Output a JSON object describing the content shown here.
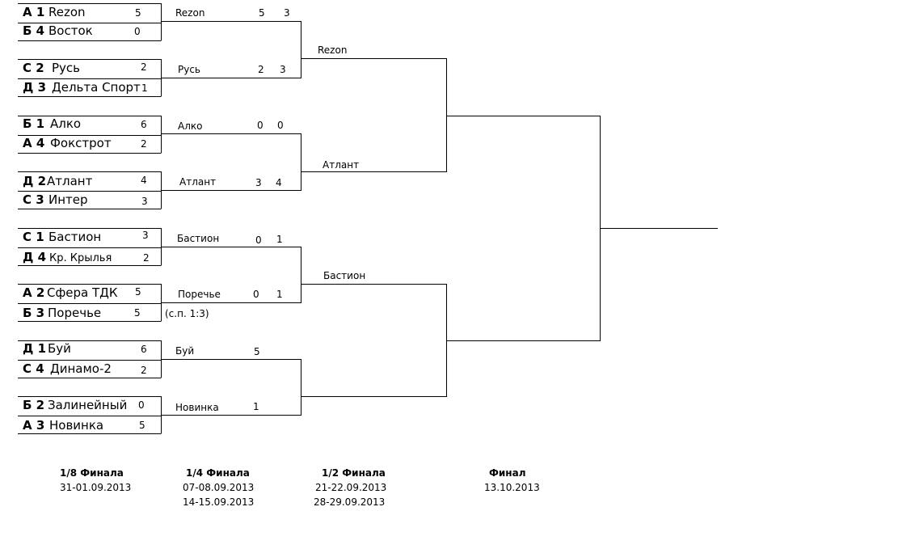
{
  "round16": [
    {
      "seed": "А 1",
      "team": "Rezon",
      "score": "5"
    },
    {
      "seed": "Б 4",
      "team": "Восток",
      "score": "0"
    },
    {
      "seed": "С 2",
      "team": "Русь",
      "score": "2"
    },
    {
      "seed": "Д 3",
      "team": "Дельта Спорт",
      "score": "1"
    },
    {
      "seed": "Б 1",
      "team": "Алко",
      "score": "6"
    },
    {
      "seed": "А 4",
      "team": "Фокстрот",
      "score": "2"
    },
    {
      "seed": "Д 2",
      "team": "Атлант",
      "score": "4"
    },
    {
      "seed": "С 3",
      "team": "Интер",
      "score": "3"
    },
    {
      "seed": "С 1",
      "team": "Бастион",
      "score": "3"
    },
    {
      "seed": "Д 4",
      "team": "Кр. Крылья",
      "score": "2"
    },
    {
      "seed": "А 2",
      "team": "Сфера ТДК",
      "score": "5"
    },
    {
      "seed": "Б 3",
      "team": "Поречье",
      "score": "5"
    },
    {
      "seed": "Д 1",
      "team": "Буй",
      "score": "6"
    },
    {
      "seed": "С 4",
      "team": "Динамо-2",
      "score": "2"
    },
    {
      "seed": "Б 2",
      "team": "Залинейный",
      "score": "0"
    },
    {
      "seed": "А 3",
      "team": "Новинка",
      "score": "5"
    }
  ],
  "penalty_note": "(с.п. 1:3)",
  "quarterfinals": [
    {
      "team": "Rezon",
      "score1": "5",
      "score2": "3"
    },
    {
      "team": "Русь",
      "score1": "2",
      "score2": "3"
    },
    {
      "team": "Алко",
      "score1": "0",
      "score2": "0"
    },
    {
      "team": "Атлант",
      "score1": "3",
      "score2": "4"
    },
    {
      "team": "Бастион",
      "score1": "0",
      "score2": "1"
    },
    {
      "team": "Поречье",
      "score1": "0",
      "score2": "1"
    },
    {
      "team": "Буй",
      "score1": "5",
      "score2": ""
    },
    {
      "team": "Новинка",
      "score1": "1",
      "score2": ""
    }
  ],
  "semifinals": [
    {
      "team": "Rezon"
    },
    {
      "team": "Атлант"
    },
    {
      "team": "Бастион"
    },
    {
      "team": ""
    }
  ],
  "rounds": [
    {
      "label": "1/8 Финала",
      "date1": "31-01.09.2013",
      "date2": ""
    },
    {
      "label": "1/4 Финала",
      "date1": "07-08.09.2013",
      "date2": "14-15.09.2013"
    },
    {
      "label": "1/2 Финала",
      "date1": "21-22.09.2013",
      "date2": "28-29.09.2013"
    },
    {
      "label": "Финал",
      "date1": "13.10.2013",
      "date2": ""
    }
  ]
}
